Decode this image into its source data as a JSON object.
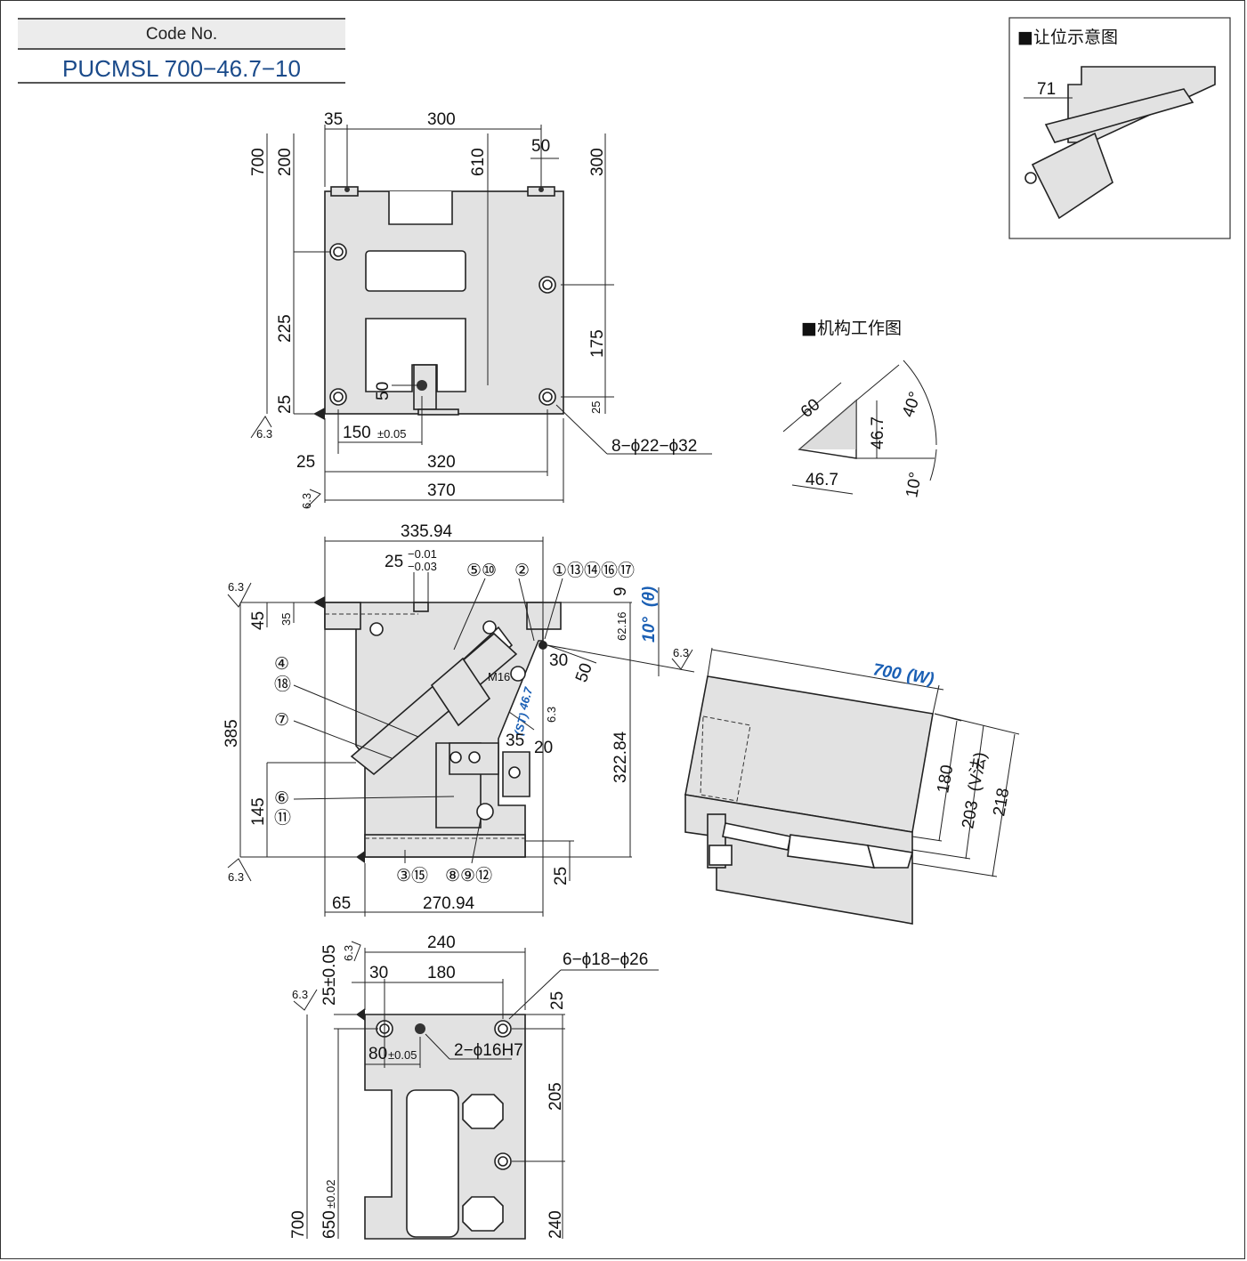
{
  "code_box": {
    "label": "Code No.",
    "value": "PUCMSL 700−46.7−10"
  },
  "inset": {
    "title": "■让位示意图",
    "dim_71": "71"
  },
  "mechanism": {
    "title": "■机构工作图",
    "dim_60": "60",
    "dim_467_v": "46.7",
    "dim_467_h": "46.7",
    "angle_40": "40°",
    "angle_10": "10°"
  },
  "top_view": {
    "d35": "35",
    "d300": "300",
    "d50": "50",
    "d610": "610",
    "d300r": "300",
    "d700": "700",
    "d200": "200",
    "d225": "225",
    "d25l": "25",
    "d50c": "50",
    "d175": "175",
    "d25r": "25",
    "d150": "150",
    "d150tol": "±0.05",
    "d25b": "25",
    "d320": "320",
    "d370": "370",
    "holes": "8−ϕ22−ϕ32",
    "rough1": "6.3",
    "rough2": "6.3"
  },
  "side_view": {
    "d33594": "335.94",
    "d25": "25",
    "tol_up": "−0.01",
    "tol_dn": "−0.03",
    "p510": "⑤⑩",
    "p2": "②",
    "p1": "①⑬⑭⑯⑰",
    "d9": "9",
    "d6216": "62.16",
    "angle": "10°",
    "theta": "(θ)",
    "d45": "45",
    "d35": "35",
    "d385": "385",
    "p418a": "④",
    "p418b": "⑱",
    "p7": "⑦",
    "d30": "30",
    "d50": "50",
    "m16": "M16",
    "st_val": "46.7",
    "st_lbl": "(ST)",
    "d35b": "35",
    "d20": "20",
    "d32284": "322.84",
    "d145": "145",
    "p611a": "⑥",
    "p611b": "⑪",
    "p315": "③⑮",
    "p8912": "⑧⑨⑫",
    "d25b": "25",
    "d65": "65",
    "d27094": "270.94",
    "rough_a": "6.3",
    "rough_b": "6.3",
    "rough_c": "6.3",
    "rough_d": "6.3"
  },
  "width_view": {
    "w": "700",
    "w_lbl": "(W)",
    "d180": "180",
    "d203": "203",
    "d203lbl": "(V法)",
    "d218": "218"
  },
  "bottom_view": {
    "d240": "240",
    "d30": "30",
    "d180": "180",
    "d25tol": "25±0.05",
    "holes6": "6−ϕ18−ϕ26",
    "d25r": "25",
    "d80": "80",
    "d80tol": "±0.05",
    "pins": "2−ϕ16H7",
    "d205": "205",
    "d700": "700",
    "d650": "650",
    "d650tol": "±0.02",
    "d240r": "240",
    "rough1": "6.3",
    "rough2": "6.3"
  }
}
